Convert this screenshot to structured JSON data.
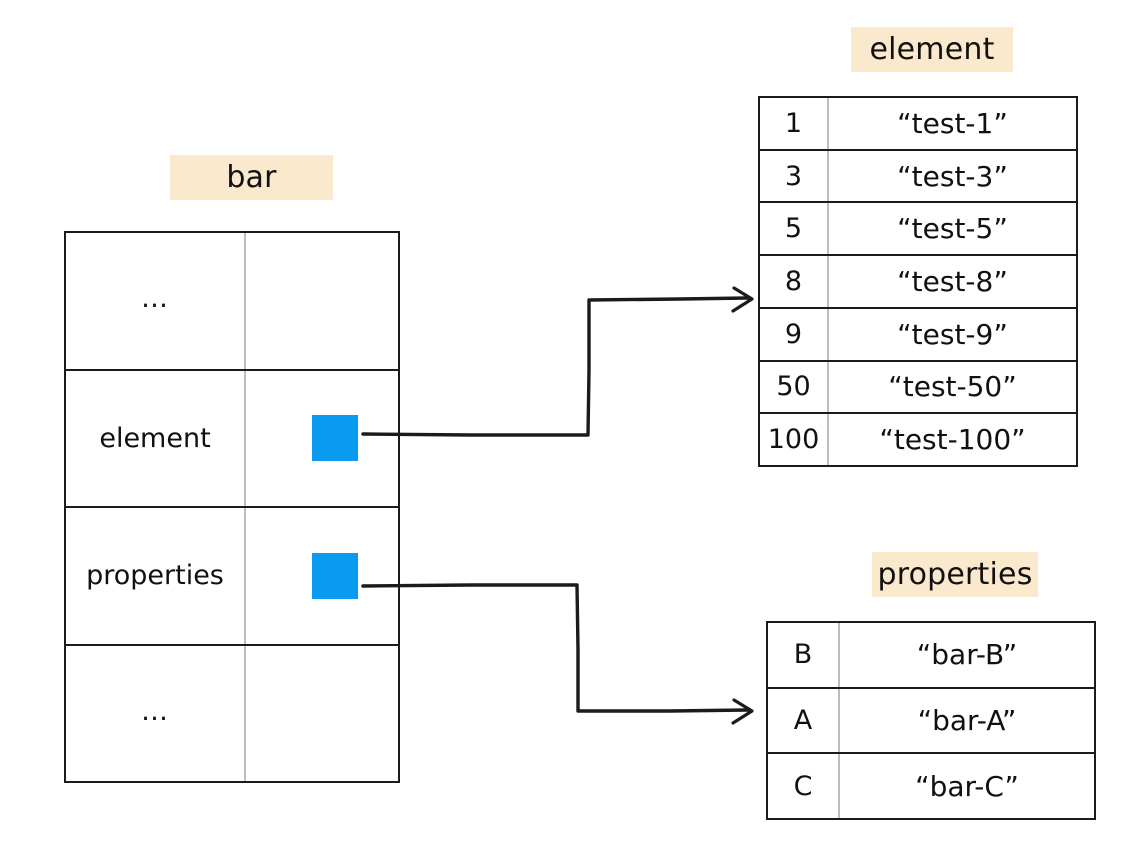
{
  "diagram": {
    "type": "object-reference-diagram",
    "background_color": "#ffffff",
    "highlight_color": "#fbe9cd",
    "pointer_chip_color": "#0a9bf0",
    "line_color": "#1b1b1b"
  },
  "bar_table": {
    "title": "bar",
    "rows": [
      {
        "key": "…",
        "value_kind": "empty"
      },
      {
        "key": "element",
        "value_kind": "pointer-chip"
      },
      {
        "key": "properties",
        "value_kind": "pointer-chip"
      },
      {
        "key": "…",
        "value_kind": "empty"
      }
    ]
  },
  "element_table": {
    "title": "element",
    "rows": [
      {
        "key": "1",
        "value": "“test-1”"
      },
      {
        "key": "3",
        "value": "“test-3”"
      },
      {
        "key": "5",
        "value": "“test-5”"
      },
      {
        "key": "8",
        "value": "“test-8”"
      },
      {
        "key": "9",
        "value": "“test-9”"
      },
      {
        "key": "50",
        "value": "“test-50”"
      },
      {
        "key": "100",
        "value": "“test-100”"
      }
    ]
  },
  "properties_table": {
    "title": "properties",
    "rows": [
      {
        "key": "B",
        "value": "“bar-B”"
      },
      {
        "key": "A",
        "value": "“bar-A”"
      },
      {
        "key": "C",
        "value": "“bar-C”"
      }
    ]
  },
  "connectors": [
    {
      "name": "element-pointer-arrow",
      "from": "bar.element.pointer-chip",
      "to": "element-table"
    },
    {
      "name": "properties-pointer-arrow",
      "from": "bar.properties.pointer-chip",
      "to": "properties-table"
    }
  ]
}
